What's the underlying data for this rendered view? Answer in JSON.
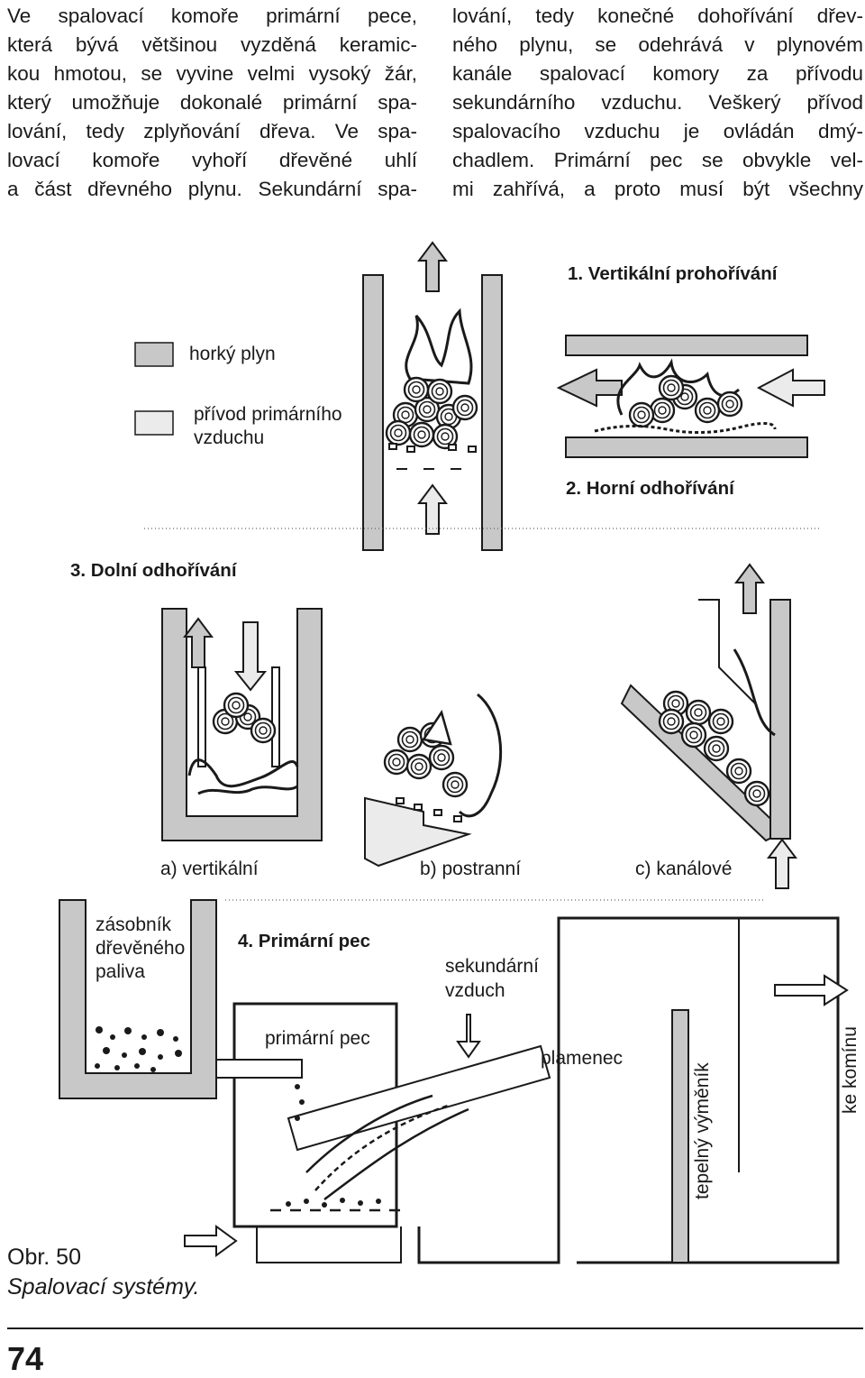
{
  "text": {
    "left_lines": [
      "Ve spalovací komoře primární pece,",
      "která bývá většinou vyzděná keramic-",
      "kou hmotou, se vyvine velmi vysoký žár,",
      "který umožňuje dokonalé primární spa-",
      "lování, tedy zplyňování dřeva. Ve spa-",
      "lovací komoře vyhoří dřevěné uhlí",
      "a část dřevného plynu. Sekundární spa-"
    ],
    "right_lines": [
      "lování, tedy konečné dohořívání dřev-",
      "ného plynu, se odehrává v plynovém",
      "kanále spalovací komory za přívodu",
      "sekundárního vzduchu. Veškerý přívod",
      "spalovacího vzduchu je ovládán dmý-",
      "chadlem. Primární pec se obvykle vel-",
      "mi zahřívá, a proto musí být všechny"
    ]
  },
  "figure": {
    "legend": {
      "hot_gas": "horký plyn",
      "primary_air_1": "přívod primárního",
      "primary_air_2": "vzduchu",
      "hot_gas_color": "#c8c8c8",
      "primary_air_color": "#ebebeb"
    },
    "titles": {
      "t1": "1. Vertikální prohořívání",
      "t2": "2. Horní odhořívání",
      "t3": "3. Dolní odhořívání",
      "t4": "4. Primární pec"
    },
    "sub": {
      "a": "a) vertikální",
      "b": "b) postranní",
      "c": "c) kanálové"
    },
    "kiln": {
      "store_1": "zásobník",
      "store_2": "dřevěného",
      "store_3": "paliva",
      "primary": "primární pec",
      "secondary_1": "sekundární",
      "secondary_2": "vzduch",
      "flame": "plamenec",
      "exchanger": "tepelný výměník",
      "chimney": "ke komínu"
    },
    "caption_1": "Obr. 50",
    "caption_2": "Spalovací systémy."
  },
  "page_number": "74"
}
